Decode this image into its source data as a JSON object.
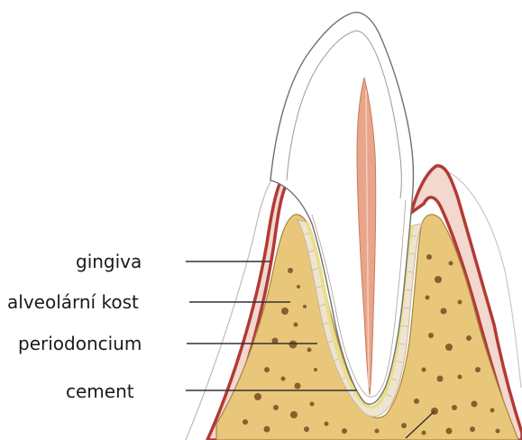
{
  "labels": {
    "gingiva": "gingiva",
    "alveolar_bone": "alveolární kost",
    "periodontium": "periodoncium",
    "cementum": "cement"
  },
  "colors": {
    "gingiva": "#b23a36",
    "bone_fill": "#e9c77a",
    "bone_pores": "#7a4a22",
    "pulp": "#e8a58a",
    "enamel_outline": "#6f6f6f",
    "periodontal_fibers": "#c9b59a",
    "cement_layer": "#e8e08a",
    "leader_lines": "#333333"
  }
}
